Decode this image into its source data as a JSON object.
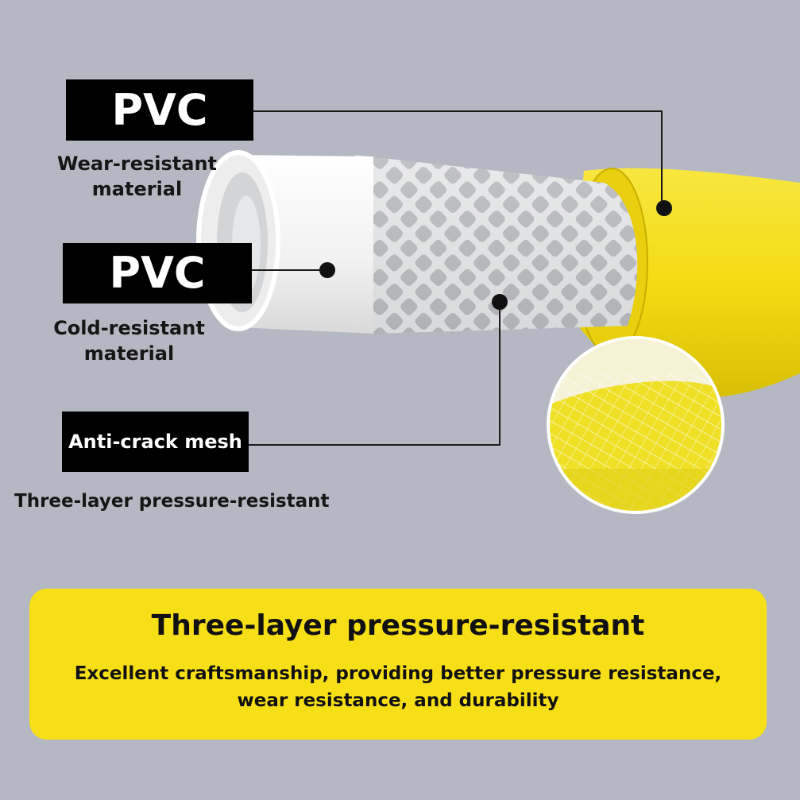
{
  "labels": {
    "outer_layer": {
      "title": "PVC",
      "caption_line1": "Wear-resistant",
      "caption_line2": "material"
    },
    "inner_layer": {
      "title": "PVC",
      "caption_line1": "Cold-resistant",
      "caption_line2": "material"
    },
    "mesh_layer": {
      "title": "Anti-crack mesh"
    },
    "structure_caption": "Three-layer pressure-resistant"
  },
  "banner": {
    "title": "Three-layer pressure-resistant",
    "description_line1": "Excellent craftsmanship, providing better pressure resistance,",
    "description_line2": "wear resistance, and durability"
  },
  "colors": {
    "background": "#b5b8c2",
    "hose_yellow": "#f5e21b",
    "inner_white": "#f4f4f4",
    "mesh_grey": "#c9cbcd",
    "banner_yellow": "#f7df18",
    "label_black": "#000000"
  }
}
